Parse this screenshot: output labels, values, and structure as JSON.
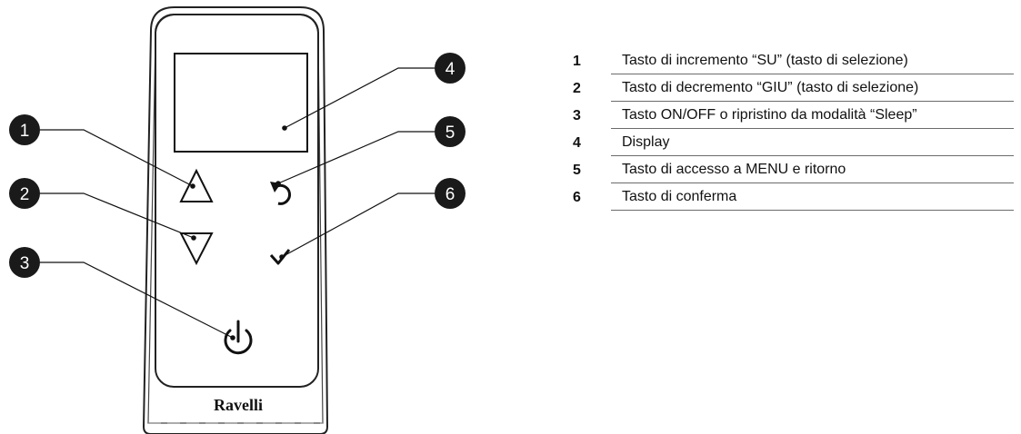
{
  "device": {
    "brand_logo": "Ravelli"
  },
  "callouts": [
    "1",
    "2",
    "3",
    "4",
    "5",
    "6"
  ],
  "legend": [
    {
      "number": "1",
      "text": "Tasto di incremento “SU” (tasto di selezione)"
    },
    {
      "number": "2",
      "text": "Tasto di decremento “GIU” (tasto di selezione)"
    },
    {
      "number": "3",
      "text": "Tasto ON/OFF o ripristino da modalità “Sleep”"
    },
    {
      "number": "4",
      "text": "Display"
    },
    {
      "number": "5",
      "text": "Tasto di accesso a MENU e ritorno"
    },
    {
      "number": "6",
      "text": "Tasto di conferma"
    }
  ]
}
